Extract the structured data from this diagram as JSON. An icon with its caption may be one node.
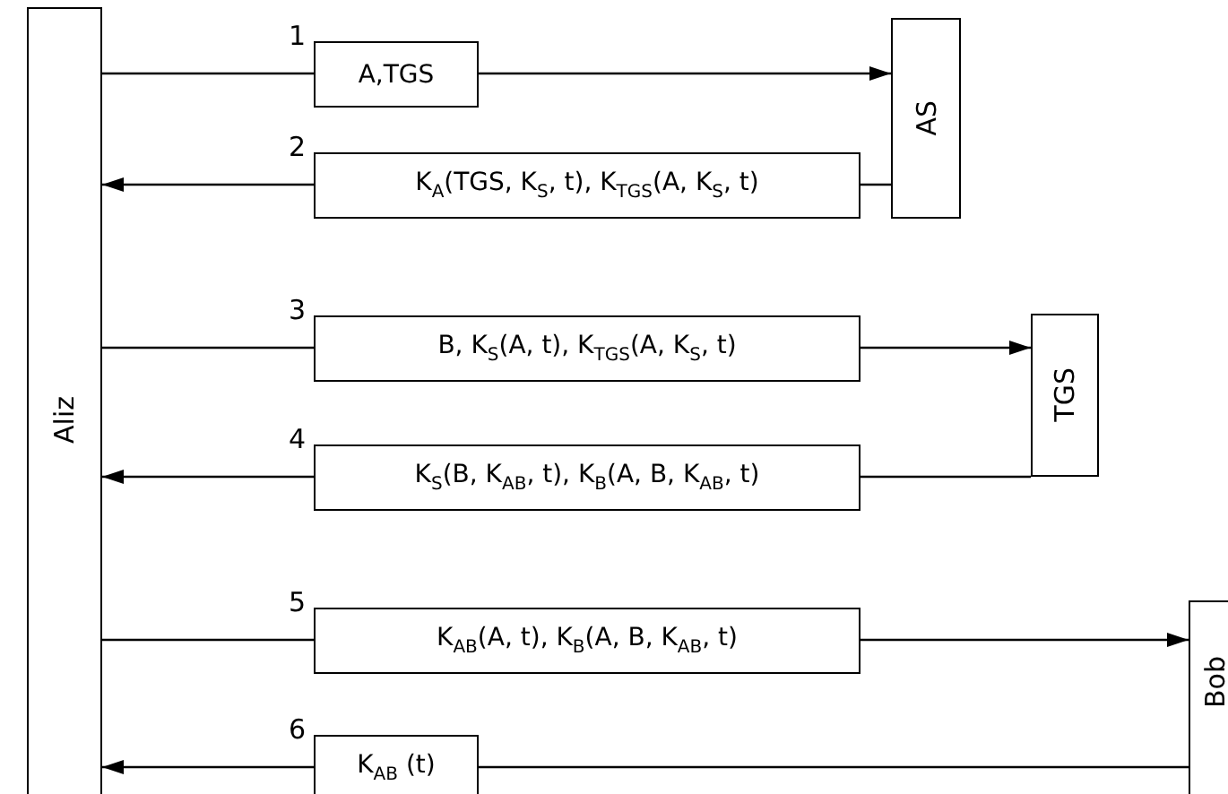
{
  "diagram": {
    "nodes": [
      {
        "text": [
          "Aliz"
        ]
      },
      {
        "text": [
          "AS"
        ]
      },
      {
        "text": [
          "TGS"
        ]
      },
      {
        "text": [
          "Bob"
        ]
      }
    ],
    "edges": [
      {
        "from": 0,
        "to": 1,
        "arrow": "to",
        "label": "A,TGS"
      },
      {
        "from": 1,
        "to": 0,
        "arrow": "to",
        "label": "K$_{A}$(TGS, K$_{S}$, t), K$_{TGS}$(A, K$_{S}$, t)"
      },
      {
        "from": 0,
        "to": 2,
        "arrow": "to",
        "label": "B, K$_{S}$(A, t), K$_{TGS}$(A, K$_{S}$, t)"
      },
      {
        "from": 2,
        "to": 0,
        "arrow": "to",
        "label": "K$_{S}$(B, K$_{AB}$, t), K$_{B}$(A, B, K$_{AB}$, t)"
      },
      {
        "from": 0,
        "to": 3,
        "arrow": "to",
        "label": "K$_{AB}$(A, t), K$_{B}$(A, B, K$_{AB}$, t)"
      },
      {
        "from": 3,
        "to": 0,
        "arrow": "to",
        "label": "K$_{AB}$ (t)"
      }
    ],
    "labels": [
      "1",
      "2",
      "3",
      "4",
      "5",
      "6"
    ]
  }
}
